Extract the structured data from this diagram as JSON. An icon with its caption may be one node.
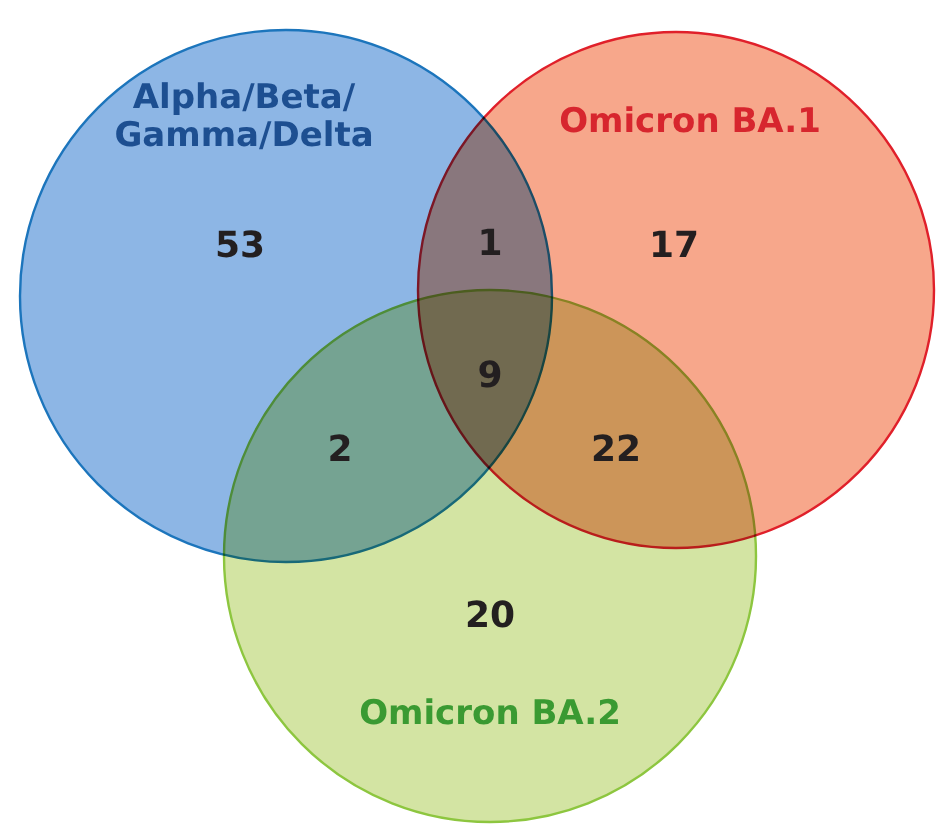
{
  "diagram": {
    "nodes": [
      {
        "text": [
          "Alpha/Beta/ Gamma/Delta"
        ]
      },
      {
        "text": [
          "Omicron BA.1"
        ]
      },
      {
        "text": [
          "Omicron BA.2"
        ]
      }
    ],
    "labels": [
      "53",
      "1",
      "17",
      "9",
      "2",
      "22",
      "20"
    ]
  }
}
